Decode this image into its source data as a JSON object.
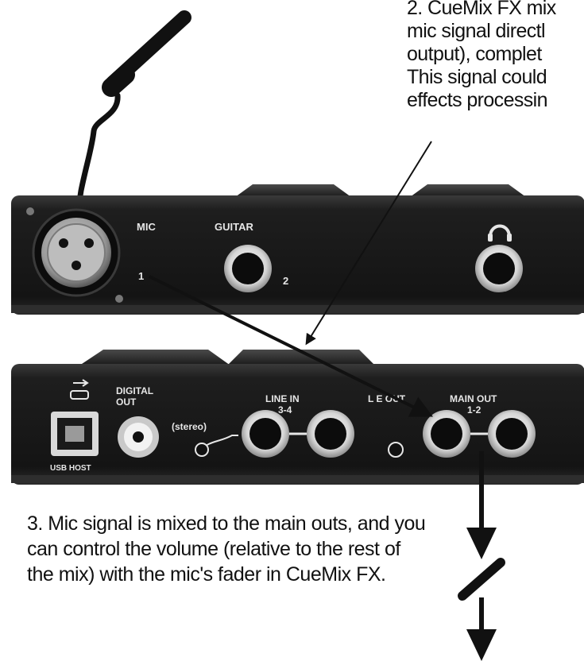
{
  "top_caption": {
    "lines": [
      "2. CueMix FX mix",
      "mic signal directl",
      "output), complet",
      "This signal could",
      "effects processin"
    ]
  },
  "bottom_caption": {
    "lines": [
      "3. Mic signal is mixed to the main outs, and you",
      "can control the volume (relative to the rest of",
      "the mix) with the mic's fader in CueMix FX."
    ]
  },
  "front_panel": {
    "mic_label": "MIC",
    "mic_number": "1",
    "guitar_label": "GUITAR",
    "guitar_number": "2",
    "headphone_icon": "headphones-icon"
  },
  "rear_panel": {
    "usb_label": "USB HOST",
    "usb_icon": "usb-icon",
    "digital_out_label_1": "DIGITAL",
    "digital_out_label_2": "OUT",
    "stereo_label": "(stereo)",
    "line_in_label_1": "LINE IN",
    "line_in_label_2": "3-4",
    "line_out_label": "L  E OUT",
    "main_out_label_1": "MAIN OUT",
    "main_out_label_2": "1-2"
  }
}
